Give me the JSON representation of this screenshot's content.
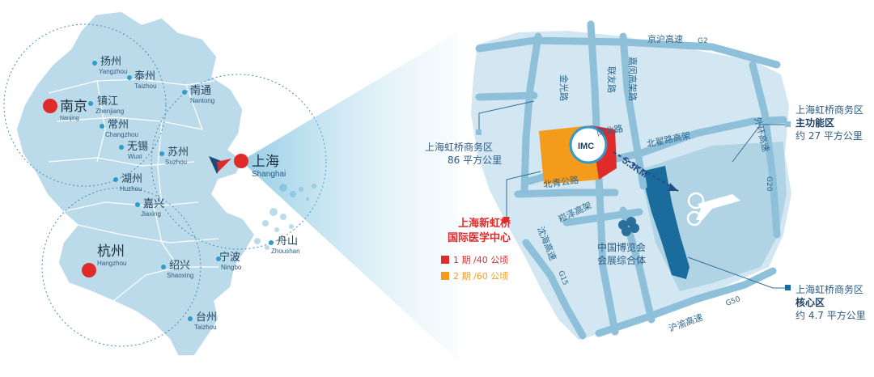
{
  "regional_map": {
    "cities": [
      {
        "cn": "扬州",
        "en": "Yangzhou"
      },
      {
        "cn": "泰州",
        "en": "Taizhou"
      },
      {
        "cn": "南通",
        "en": "Nantong"
      },
      {
        "cn": "镇江",
        "en": "Zhenjiang"
      },
      {
        "cn": "常州",
        "en": "Changzhou"
      },
      {
        "cn": "无锡",
        "en": "Wuxi"
      },
      {
        "cn": "苏州",
        "en": "Suzhou"
      },
      {
        "cn": "湖州",
        "en": "Huzhou"
      },
      {
        "cn": "嘉兴",
        "en": "Jiaxing"
      },
      {
        "cn": "绍兴",
        "en": "Shaoxing"
      },
      {
        "cn": "宁波",
        "en": "Ningbo"
      },
      {
        "cn": "舟山",
        "en": "Zhoushan"
      },
      {
        "cn": "台州",
        "en": "Taizhou"
      }
    ],
    "major_cities": [
      {
        "cn": "南京",
        "en": "Nanjing"
      },
      {
        "cn": "上海",
        "en": "Shanghai"
      },
      {
        "cn": "杭州",
        "en": "Hangzhou"
      }
    ]
  },
  "detail_map": {
    "roads": {
      "jinghu": "京沪高速",
      "g2": "G2",
      "jinguang": "金光路",
      "lianyou": "联友路",
      "jiagang": "嘉闵高架路",
      "minbei": "闵北路",
      "beizhai": "北翟路高架",
      "waihuan": "外环高速",
      "g20": "G20",
      "beiqing": "北青公路",
      "songze": "崧泽高架",
      "shenhai": "沈海高速",
      "g15": "G15",
      "huyu": "沪渝高速",
      "g50": "G50"
    },
    "distance": "5.3KM",
    "imc_logo": "IMC",
    "expo_label_1": "中国博览会",
    "expo_label_2": "会展综合体",
    "hongqiao_area": {
      "line1": "上海虹桥商务区",
      "line2": "86 平方公里"
    },
    "main_function_zone": {
      "line1": "上海虹桥商务区",
      "line2": "主功能区",
      "line3": "约 27 平方公里"
    },
    "core_zone": {
      "line1": "上海虹桥商务区",
      "line2": "核心区",
      "line3": "约 4.7 平方公里"
    },
    "imc_center": {
      "line1": "上海新虹桥",
      "line2": "国际医学中心",
      "phase1": "1 期 /40 公顷",
      "phase2": "2 期 /60 公顷"
    }
  },
  "colors": {
    "accent_red": "#e02b2b",
    "accent_orange": "#f59b1b",
    "land": "#bcdbea",
    "road": "#8fc0d9",
    "core": "#1a6c9c"
  }
}
